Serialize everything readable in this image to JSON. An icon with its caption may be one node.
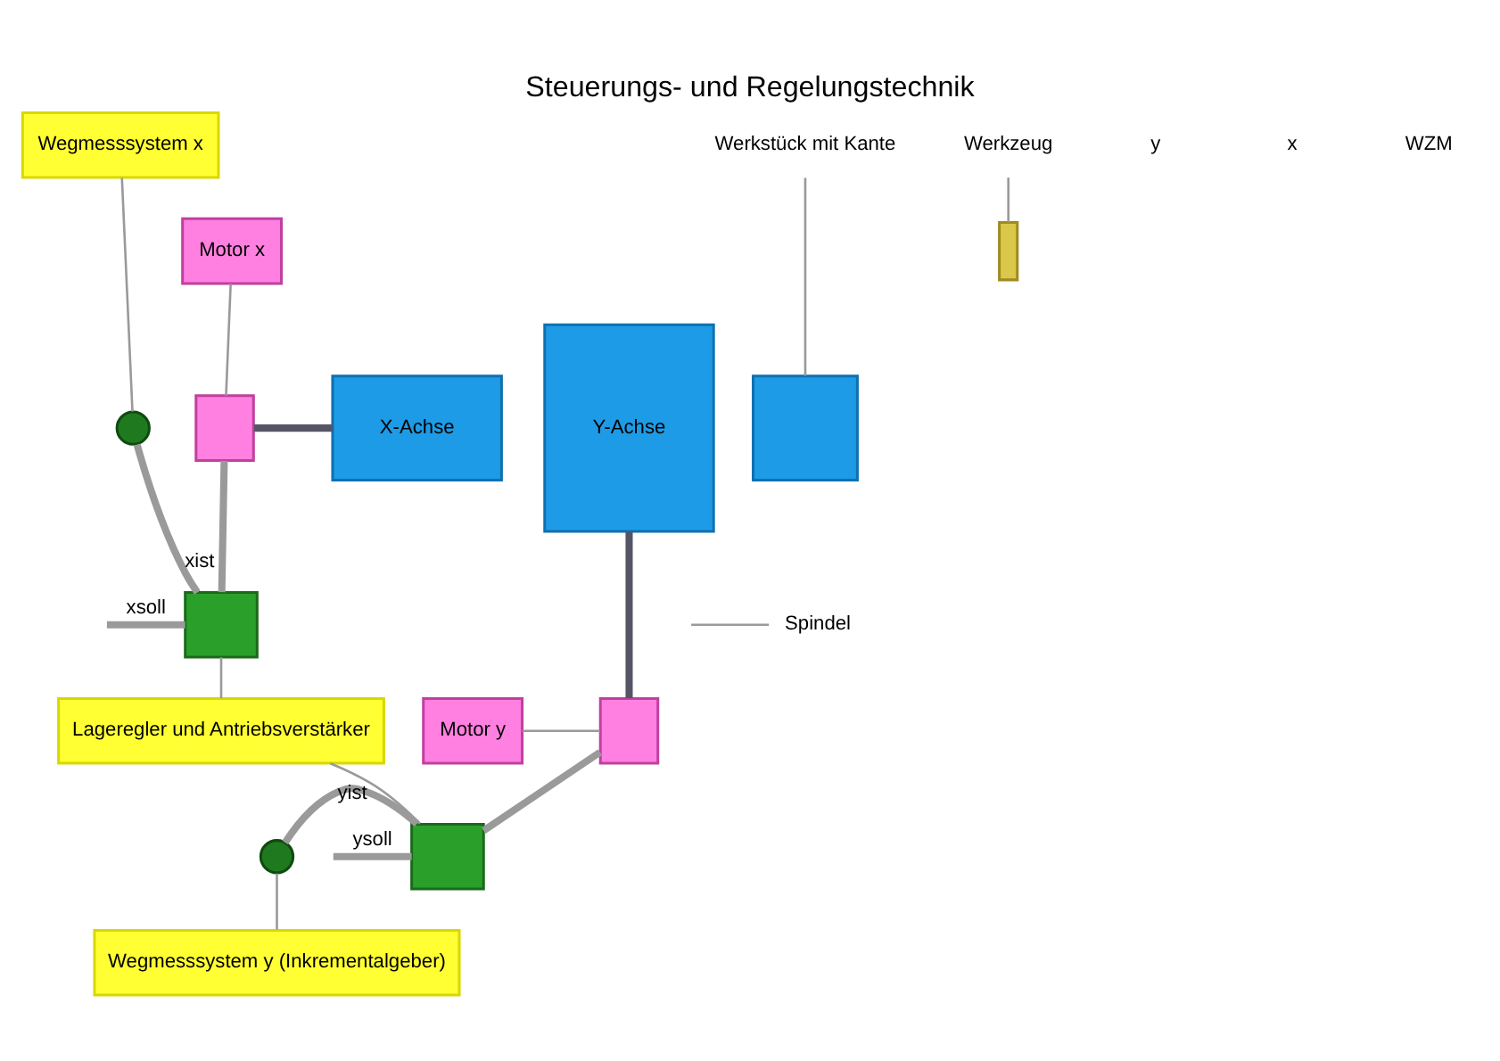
{
  "diagram": {
    "title": "Steuerungs- und Regelungstechnik",
    "nodes": [
      {
        "text": [
          "Wegmesssystem x"
        ]
      },
      {
        "text": [
          "Motor x"
        ]
      },
      {
        "text": [],
        "shape": "circle"
      },
      {
        "text": [],
        "shape": "box"
      },
      {
        "text": [
          "X-Achse"
        ]
      },
      {
        "text": [
          "Y-Achse"
        ]
      },
      {
        "text": [],
        "shape": "box"
      },
      {
        "text": [
          "Werkzeug"
        ]
      },
      {
        "text": [],
        "shape": "bar"
      },
      {
        "text": [
          "Werkstück mit Kante"
        ]
      },
      {
        "text": [],
        "shape": "box"
      },
      {
        "text": [
          "Lageregler und Antriebsverstärker"
        ]
      },
      {
        "text": [],
        "shape": "box"
      },
      {
        "text": [
          "Spindel"
        ]
      },
      {
        "text": [],
        "shape": "box"
      },
      {
        "text": [
          "Motor y"
        ]
      },
      {
        "text": [],
        "shape": "circle"
      },
      {
        "text": [
          "Wegmesssystem y (Inkrementalgeber)"
        ]
      }
    ],
    "edges": [
      {
        "from": 0,
        "to": 2,
        "arrow": "none"
      },
      {
        "from": 1,
        "to": 3,
        "arrow": "none"
      },
      {
        "from": 7,
        "to": 8,
        "arrow": "none"
      },
      {
        "from": 9,
        "to": 6,
        "arrow": "none"
      },
      {
        "from": 3,
        "to": 4,
        "arrow": "none",
        "style": "thick",
        "color": "#555566"
      },
      {
        "from": null,
        "to": 10,
        "arrow": "none",
        "label": "xsoll",
        "style": "thick"
      },
      {
        "from": 10,
        "to": 3,
        "arrow": "none",
        "style": "thick"
      },
      {
        "from": 2,
        "to": 10,
        "arrow": "none",
        "label": "xist",
        "style": "thick"
      },
      {
        "from": 11,
        "to": 10,
        "arrow": "none"
      },
      {
        "from": 11,
        "to": 12,
        "arrow": "none"
      },
      {
        "from": null,
        "to": 12,
        "arrow": "none",
        "label": "ysoll",
        "style": "thick"
      },
      {
        "from": 12,
        "to": 14,
        "arrow": "none",
        "style": "thick"
      },
      {
        "from": 5,
        "to": 14,
        "arrow": "none",
        "style": "thick",
        "color": "#555566"
      },
      {
        "from": 13,
        "to": null,
        "arrow": "none"
      },
      {
        "from": 15,
        "to": 14,
        "arrow": "none"
      },
      {
        "from": 17,
        "to": 16,
        "arrow": "none"
      },
      {
        "from": 16,
        "to": 12,
        "arrow": "none",
        "label": "yist",
        "style": "thick"
      }
    ],
    "labels": [
      "y",
      "x",
      "WZM"
    ]
  }
}
